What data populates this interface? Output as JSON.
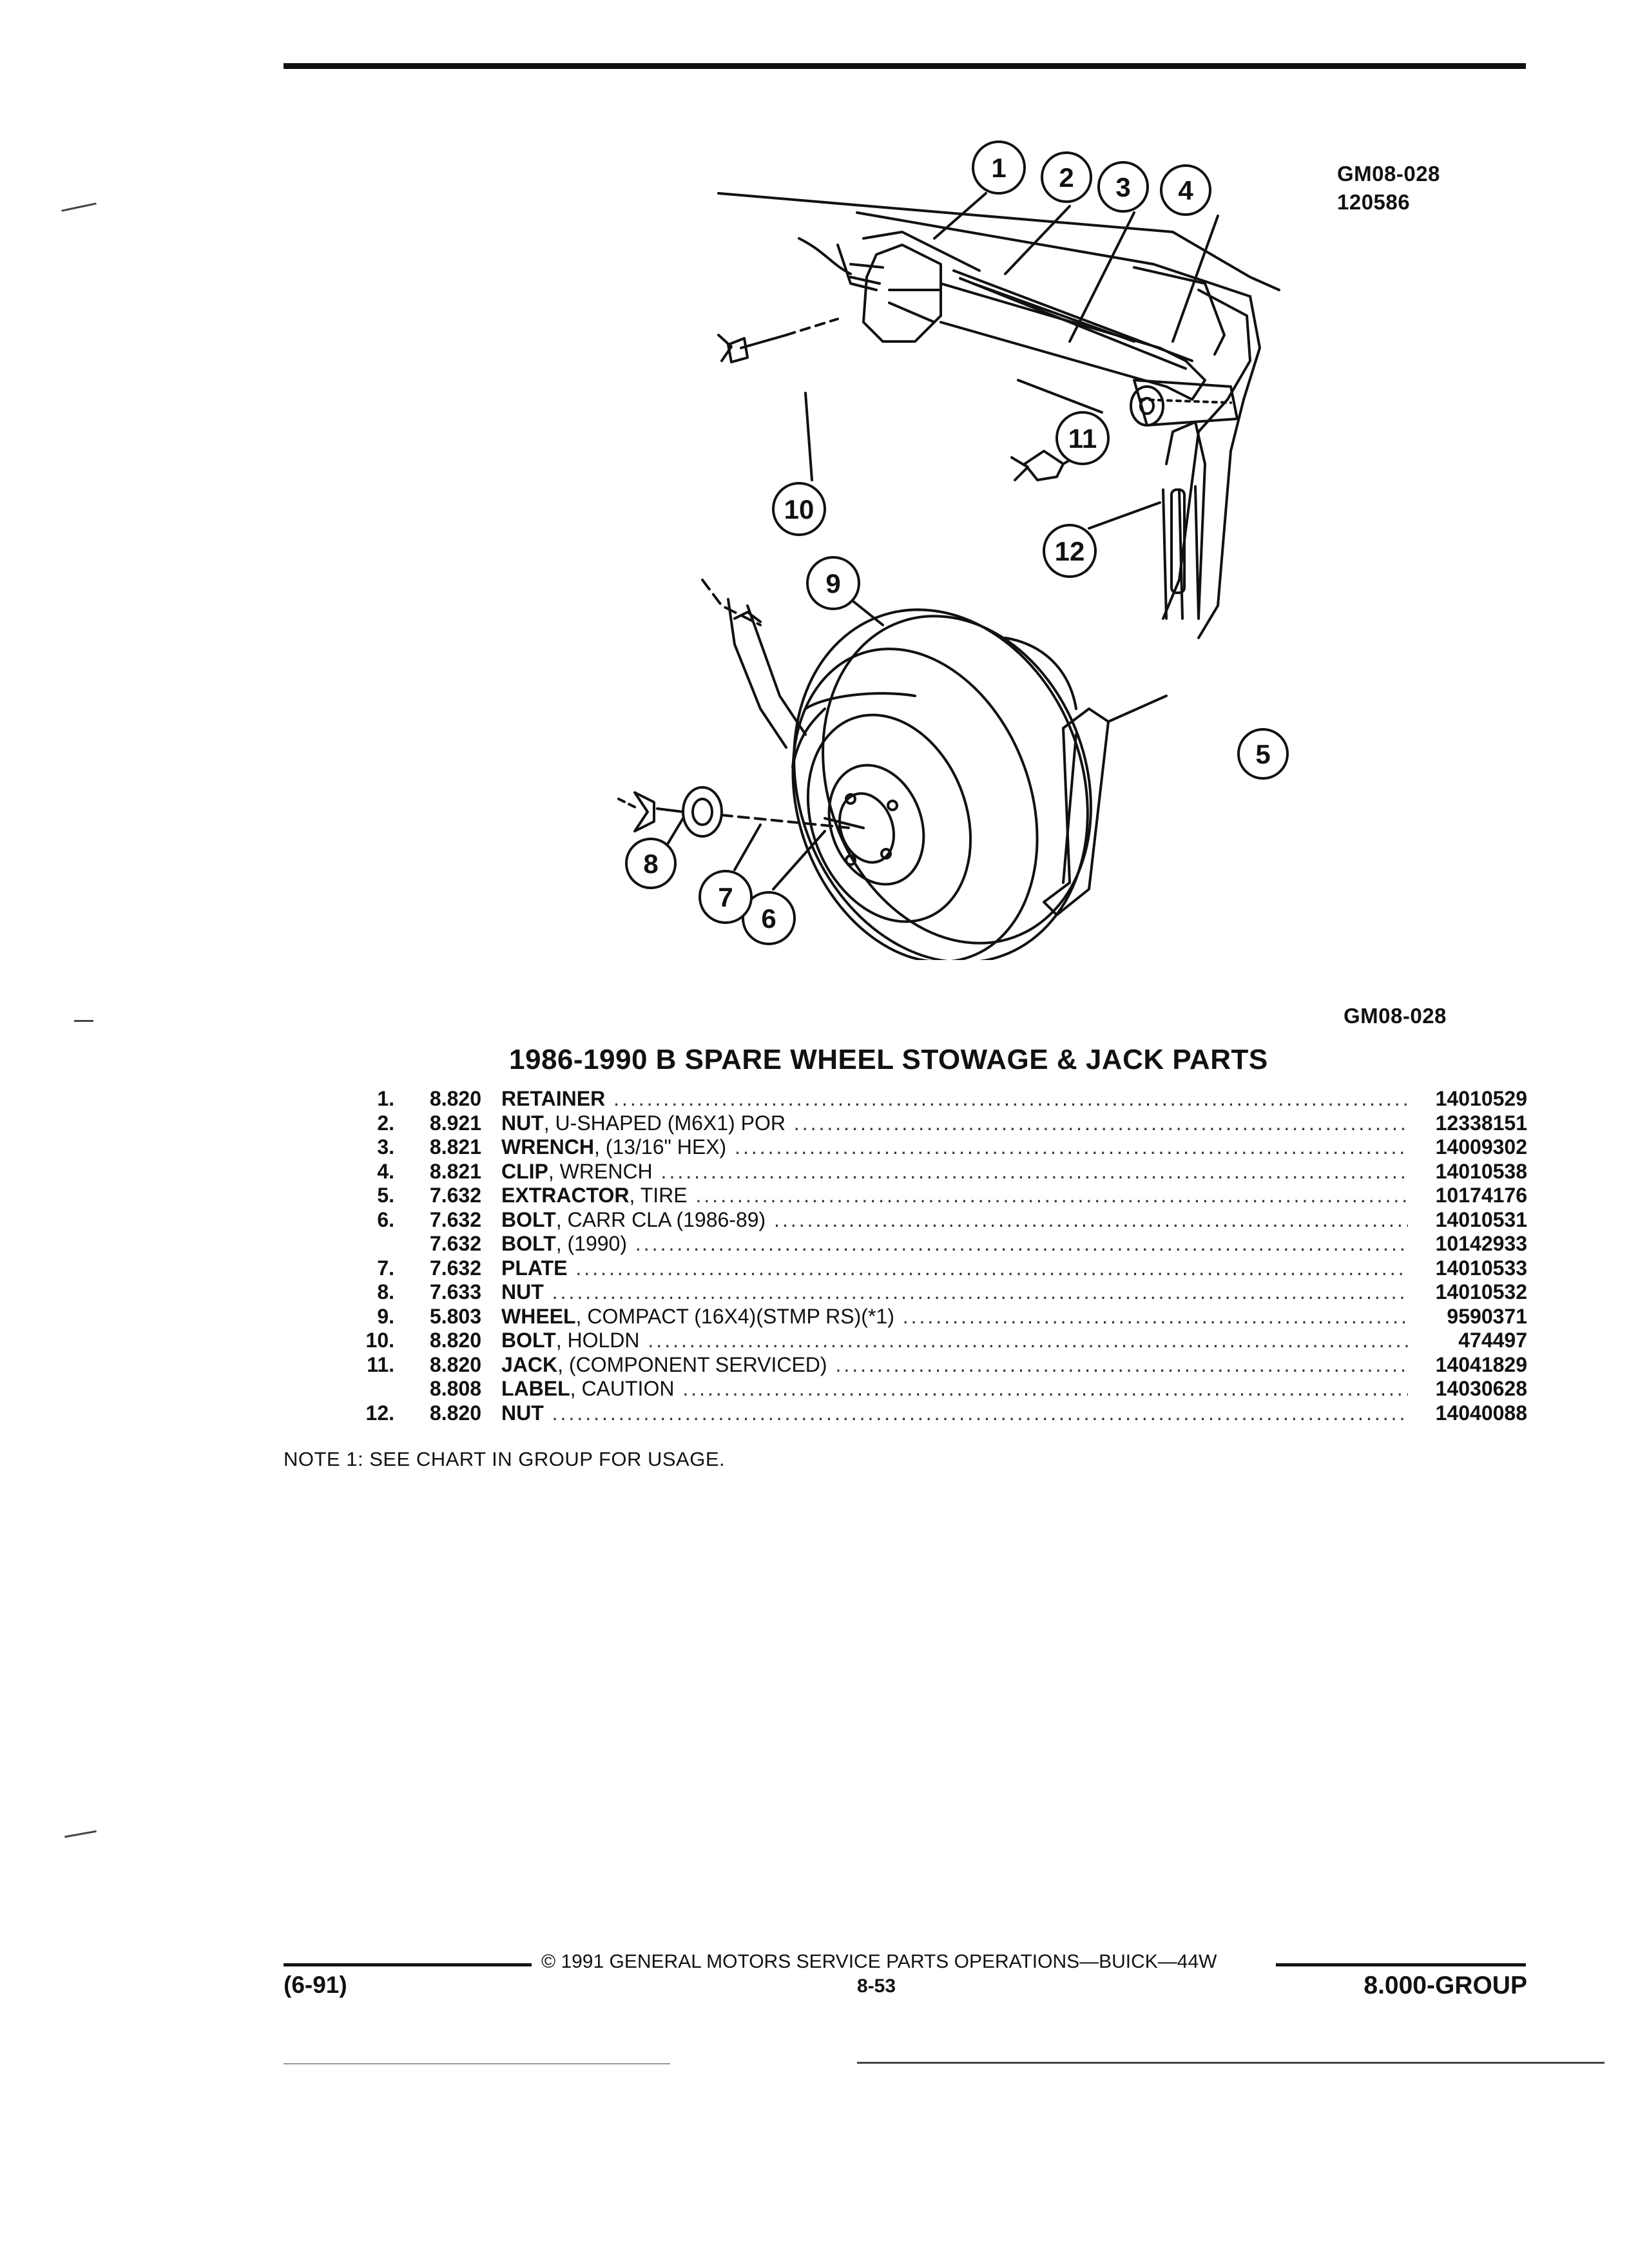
{
  "figure": {
    "code_top": "GM08-028",
    "date_code": "120586",
    "code_bottom": "GM08-028",
    "callouts": [
      "1",
      "2",
      "3",
      "4",
      "5",
      "6",
      "7",
      "8",
      "9",
      "10",
      "11",
      "12"
    ]
  },
  "parts": {
    "title": "1986-1990 B SPARE WHEEL STOWAGE & JACK PARTS",
    "rows": [
      {
        "num": "1.",
        "code": "8.820",
        "name": "RETAINER",
        "rest": "",
        "part_number": "14010529"
      },
      {
        "num": "2.",
        "code": "8.921",
        "name": "NUT",
        "rest": ", U-SHAPED (M6X1) POR",
        "part_number": "12338151"
      },
      {
        "num": "3.",
        "code": "8.821",
        "name": "WRENCH",
        "rest": ", (13/16\" HEX)",
        "part_number": "14009302"
      },
      {
        "num": "4.",
        "code": "8.821",
        "name": "CLIP",
        "rest": ", WRENCH",
        "part_number": "14010538"
      },
      {
        "num": "5.",
        "code": "7.632",
        "name": "EXTRACTOR",
        "rest": ", TIRE",
        "part_number": "10174176"
      },
      {
        "num": "6.",
        "code": "7.632",
        "name": "BOLT",
        "rest": ", CARR CLA (1986-89)",
        "part_number": "14010531"
      },
      {
        "num": "",
        "code": "7.632",
        "name": "BOLT",
        "rest": ", (1990)",
        "part_number": "10142933"
      },
      {
        "num": "7.",
        "code": "7.632",
        "name": "PLATE",
        "rest": "",
        "part_number": "14010533"
      },
      {
        "num": "8.",
        "code": "7.633",
        "name": "NUT",
        "rest": "",
        "part_number": "14010532"
      },
      {
        "num": "9.",
        "code": "5.803",
        "name": "WHEEL",
        "rest": ", COMPACT (16X4)(STMP RS)(*1)",
        "part_number": "9590371"
      },
      {
        "num": "10.",
        "code": "8.820",
        "name": "BOLT",
        "rest": ", HOLDN",
        "part_number": "474497"
      },
      {
        "num": "11.",
        "code": "8.820",
        "name": "JACK",
        "rest": ", (COMPONENT SERVICED)",
        "part_number": "14041829"
      },
      {
        "num": "",
        "code": "8.808",
        "name": "LABEL",
        "rest": ", CAUTION",
        "part_number": "14030628"
      },
      {
        "num": "12.",
        "code": "8.820",
        "name": "NUT",
        "rest": "",
        "part_number": "14040088"
      }
    ]
  },
  "note": "NOTE  1:  SEE CHART IN GROUP FOR USAGE.",
  "footer": {
    "copyright": "©  1991  GENERAL MOTORS SERVICE PARTS OPERATIONS—BUICK—44W",
    "page_number": "8-53",
    "date_code": "(6-91)",
    "group": "8.000-GROUP"
  }
}
